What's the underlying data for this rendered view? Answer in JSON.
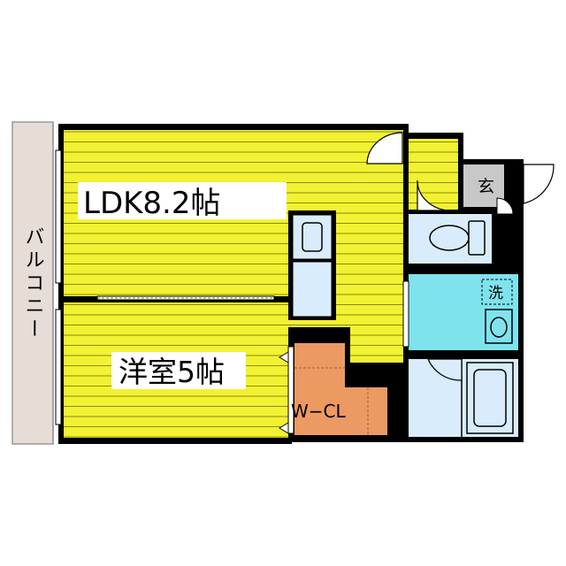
{
  "rooms": {
    "ldk": "LDK8.2帖",
    "western": "洋室5帖",
    "wcl": "W−CL",
    "entrance": "玄",
    "laundry": "洗",
    "balcony": "バルコニー"
  },
  "colors": {
    "floor_yellow": "#f2f232",
    "floor_stripe": "#8a8a10",
    "wet_blue": "#d9ecfb",
    "washroom_cyan": "#7fe3ee",
    "closet_orange": "#ec9a62",
    "balcony_tan": "#e6ddd6",
    "entrance_gray": "#c8c8c8",
    "wall": "#000000"
  }
}
